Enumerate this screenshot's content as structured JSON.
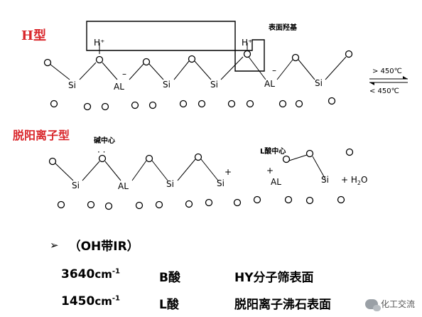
{
  "h_type": {
    "title": "H型",
    "annotation": "表面羟基",
    "si": "Si",
    "al": "AL",
    "h_plus": "H⁺",
    "minus": "–",
    "temp_above": "> 450℃",
    "temp_below": "< 450℃"
  },
  "dealuminated": {
    "title": "脱阳离子型",
    "b_center": "碱中心",
    "l_center": "L酸中心",
    "dots": "· ·",
    "si": "Si",
    "al": "AL",
    "plus": "+",
    "water_prefix": "+ ",
    "water": "H",
    "water_sub": "2",
    "water_o": "O"
  },
  "ir": {
    "bullet": "➢",
    "heading": "（OH带IR）",
    "rows": [
      {
        "wavenumber": "3640",
        "unit": "cm",
        "exp": "-1",
        "acid": "B酸",
        "desc": "HY分子筛表面"
      },
      {
        "wavenumber": "1450",
        "unit": "cm",
        "exp": "-1",
        "acid": "L酸",
        "desc": "脱阳离子沸石表面"
      }
    ]
  },
  "watermark": {
    "text": "化工交流"
  }
}
